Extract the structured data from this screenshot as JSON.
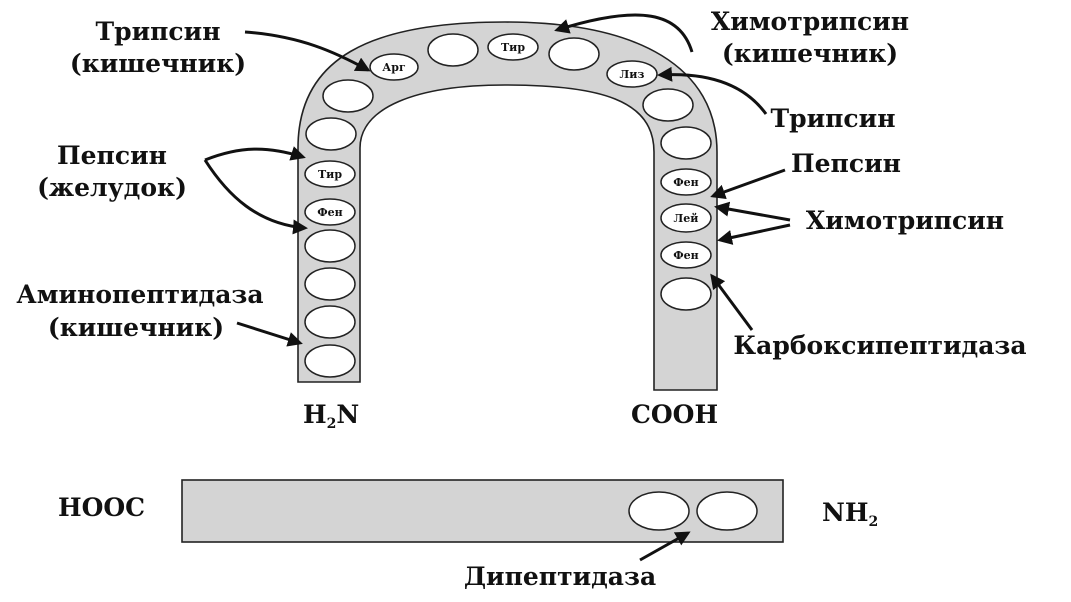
{
  "residues": {
    "arg": "Арг",
    "tyr_top": "Тир",
    "lys": "Лиз",
    "tyr_left": "Тир",
    "phe_left": "Фен",
    "phe_right_1": "Фен",
    "leu": "Лей",
    "phe_right_2": "Фен"
  },
  "labels": {
    "trypsin_intestine_1": "Трипсин",
    "trypsin_intestine_2": "(кишечник)",
    "chymotrypsin_intestine_1": "Химотрипсин",
    "chymotrypsin_intestine_2": "(кишечник)",
    "trypsin_right": "Трипсин",
    "pepsin_stomach_1": "Пепсин",
    "pepsin_stomach_2": "(желудок)",
    "pepsin_right": "Пепсин",
    "chymotrypsin_right": "Химотрипсин",
    "aminopeptidase_1": "Аминопептидаза",
    "aminopeptidase_2": "(кишечник)",
    "carboxypeptidase": "Карбоксипептидаза",
    "h2n_h": "H",
    "h2n_sub": "2",
    "h2n_n": "N",
    "cooh": "COOH",
    "hooc": "HOOC",
    "nh2_n": "NH",
    "nh2_sub": "2",
    "dipeptidase": "Дипептидаза"
  },
  "colors": {
    "band_fill": "#d4d4d4",
    "stroke": "#222222"
  }
}
